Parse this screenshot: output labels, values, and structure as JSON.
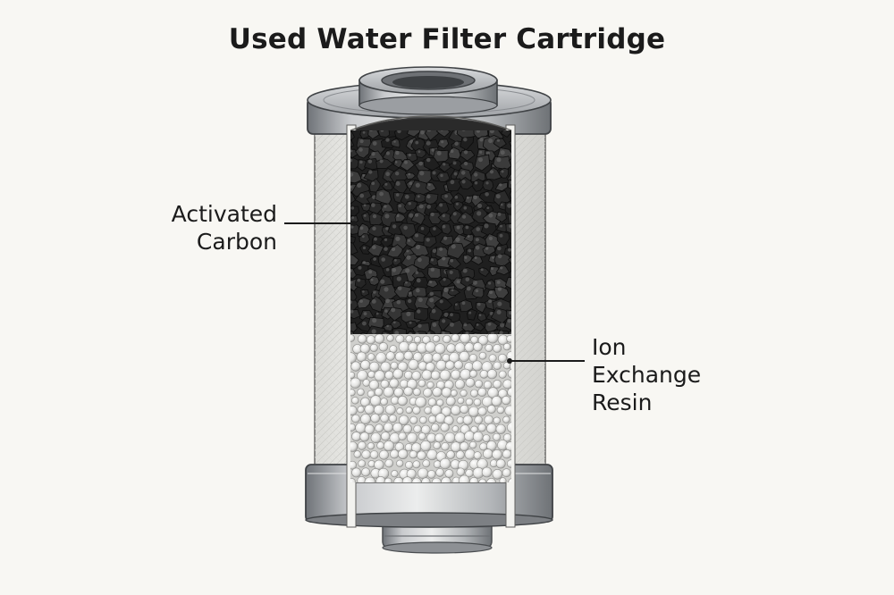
{
  "title": "Used Water Filter Cartridge",
  "labels": {
    "carbon_line1": "Activated",
    "carbon_line2": "Carbon",
    "resin_line1": "Ion",
    "resin_line2": "Exchange",
    "resin_line3": "Resin"
  },
  "colors": {
    "background": "#f8f7f3",
    "carbon": "#262626",
    "resin": "#eeeeec",
    "housing": "#a9acb0",
    "filter_media": "#f1f1ee"
  }
}
